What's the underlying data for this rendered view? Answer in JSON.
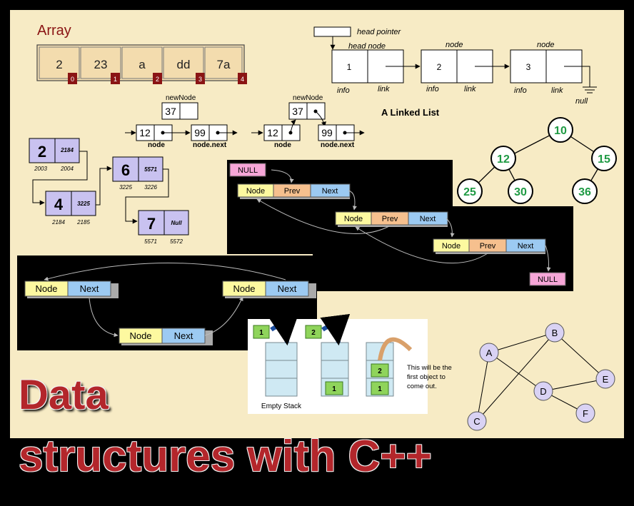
{
  "array": {
    "title": "Array",
    "cells": [
      {
        "value": "2",
        "index": "0"
      },
      {
        "value": "23",
        "index": "1"
      },
      {
        "value": "a",
        "index": "2"
      },
      {
        "value": "dd",
        "index": "3"
      },
      {
        "value": "7a",
        "index": "4"
      }
    ]
  },
  "linked_list": {
    "head_pointer": "head pointer",
    "head_node": "head node",
    "node_label": "node",
    "nodes": [
      {
        "info": "1"
      },
      {
        "info": "2"
      },
      {
        "info": "3"
      }
    ],
    "info_label": "info",
    "link_label": "link",
    "null_label": "null",
    "caption": "A Linked List"
  },
  "insertion": {
    "new_node_label": "newNode",
    "new_value": "37",
    "left_value": "12",
    "right_value": "99",
    "node_caption": "node",
    "next_caption": "node.next"
  },
  "memory_list": {
    "nodes": [
      {
        "value": "2",
        "ptr": "2184",
        "addr_a": "2003",
        "addr_b": "2004"
      },
      {
        "value": "4",
        "ptr": "3225",
        "addr_a": "2184",
        "addr_b": "2185"
      },
      {
        "value": "6",
        "ptr": "5571",
        "addr_a": "3225",
        "addr_b": "3226"
      },
      {
        "value": "7",
        "ptr": "Null",
        "addr_a": "5571",
        "addr_b": "5572"
      }
    ]
  },
  "doubly_list": {
    "null_top": "NULL",
    "null_bottom": "NULL",
    "node_label": "Node",
    "prev_label": "Prev",
    "next_label": "Next"
  },
  "circular_list": {
    "node_label": "Node",
    "next_label": "Next"
  },
  "binary_tree": {
    "root": "10",
    "left": "12",
    "right": "15",
    "ll": "25",
    "lr": "30",
    "rl": "36"
  },
  "stack": {
    "items": [
      "1",
      "2"
    ],
    "empty_caption": "Empty Stack",
    "note": [
      "This will be the",
      "first object to",
      "come out."
    ]
  },
  "graph": {
    "vertices": [
      "A",
      "B",
      "C",
      "D",
      "E",
      "F"
    ]
  },
  "title": {
    "line1": "Data",
    "line2": "structures with C++"
  },
  "colors": {
    "background": "#f7ebc5",
    "frame": "#000000",
    "memory_node": "#c9c2f0",
    "node_yellow": "#fdf9a0",
    "prev_orange": "#f6c08e",
    "next_blue": "#9ccaf2",
    "null_pink": "#f6a6d8",
    "tree_green": "#1f9a44",
    "graph_vertex": "#d9d2f4",
    "array_index": "#8a1414",
    "title_red": "#b3262b"
  }
}
